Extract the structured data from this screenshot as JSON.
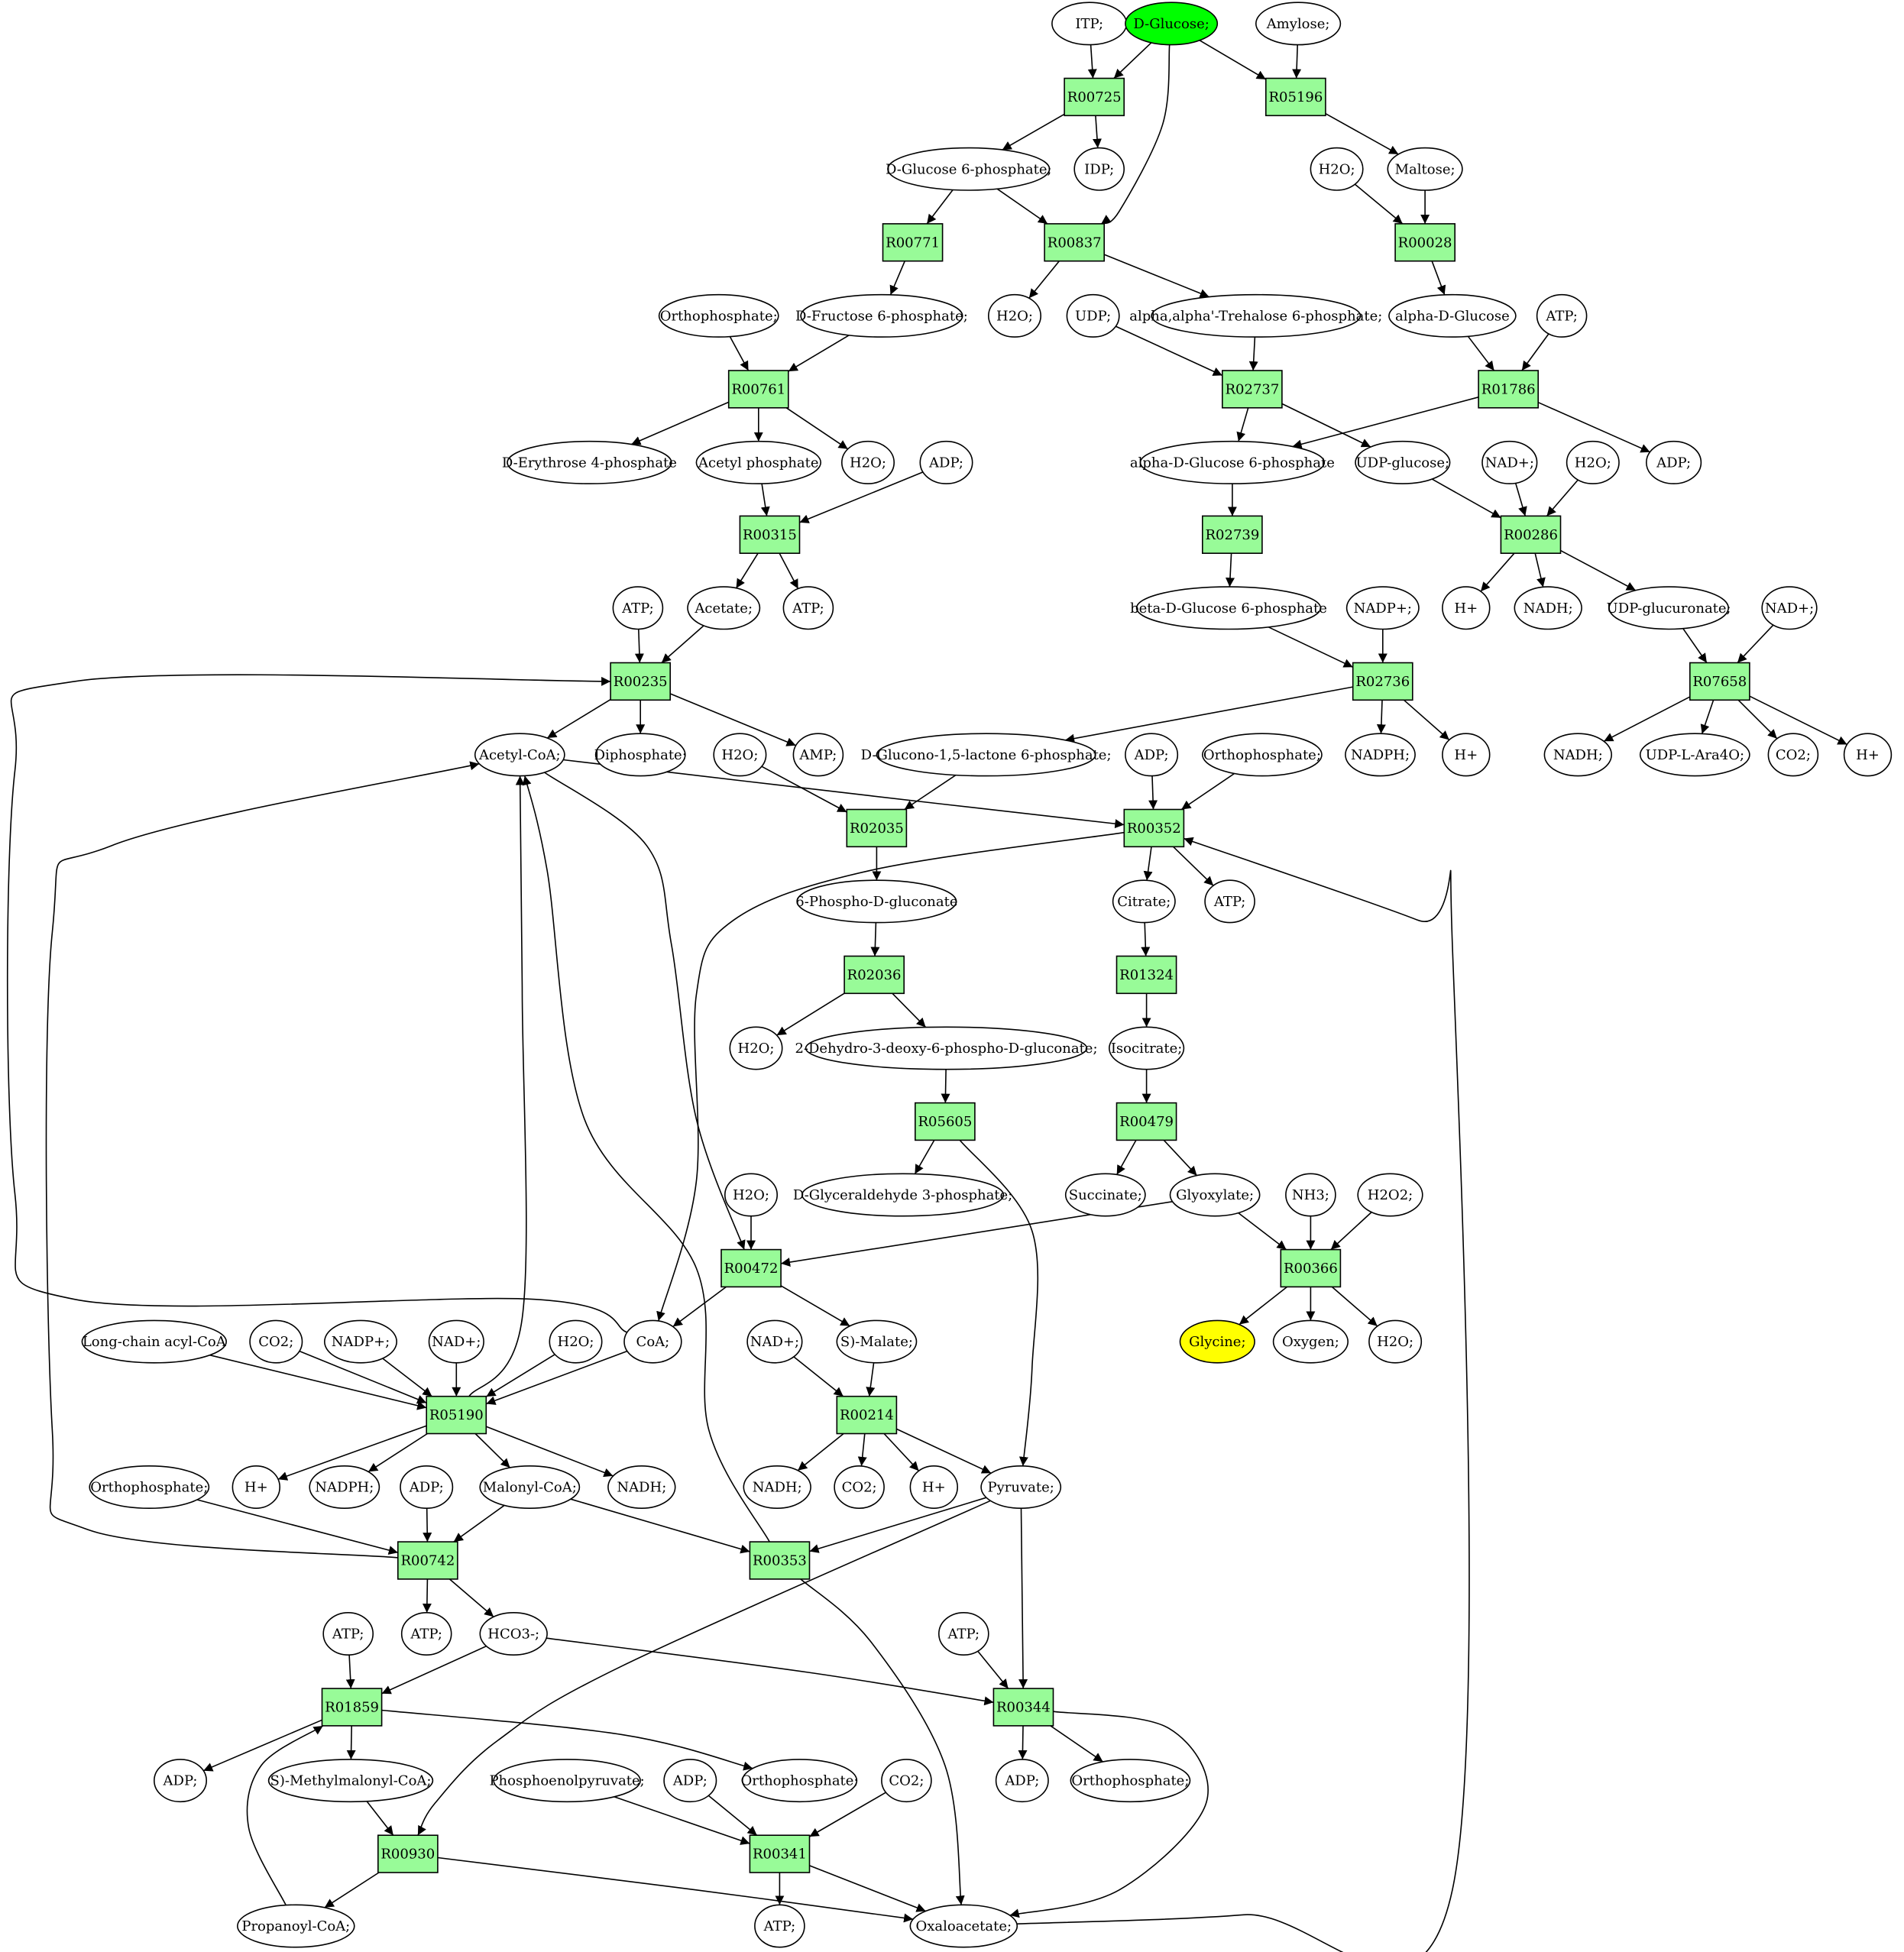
{
  "colors": {
    "background": "#ffffff",
    "reaction_fill": "#98fb98",
    "compound_fill": "#ffffff",
    "source_fill": "#00ff00",
    "target_fill": "#ffff00",
    "stroke": "#000000"
  },
  "nodes": [
    {
      "id": "itp",
      "kind": "compound",
      "label": "ITP;"
    },
    {
      "id": "dglucose",
      "kind": "compound",
      "style": "source",
      "label": "D-Glucose;"
    },
    {
      "id": "amylose",
      "kind": "compound",
      "label": "Amylose;"
    },
    {
      "id": "R00725",
      "kind": "reaction",
      "label": "R00725"
    },
    {
      "id": "R05196",
      "kind": "reaction",
      "label": "R05196"
    },
    {
      "id": "dg6p",
      "kind": "compound",
      "label": "D-Glucose 6-phosphate;"
    },
    {
      "id": "idp",
      "kind": "compound",
      "label": "IDP;"
    },
    {
      "id": "h2o_1",
      "kind": "compound",
      "label": "H2O;"
    },
    {
      "id": "maltose",
      "kind": "compound",
      "label": "Maltose;"
    },
    {
      "id": "R00771",
      "kind": "reaction",
      "label": "R00771"
    },
    {
      "id": "R00837",
      "kind": "reaction",
      "label": "R00837"
    },
    {
      "id": "R00028",
      "kind": "reaction",
      "label": "R00028"
    },
    {
      "id": "ortho_1",
      "kind": "compound",
      "label": "Orthophosphate;"
    },
    {
      "id": "df6p",
      "kind": "compound",
      "label": "D-Fructose 6-phosphate;"
    },
    {
      "id": "h2o_2",
      "kind": "compound",
      "label": "H2O;"
    },
    {
      "id": "udp",
      "kind": "compound",
      "label": "UDP;"
    },
    {
      "id": "trehalose6p",
      "kind": "compound",
      "label": "alpha,alpha'-Trehalose 6-phosphate;"
    },
    {
      "id": "adglucose",
      "kind": "compound",
      "label": "alpha-D-Glucose"
    },
    {
      "id": "atp_1",
      "kind": "compound",
      "label": "ATP;"
    },
    {
      "id": "R00761",
      "kind": "reaction",
      "label": "R00761"
    },
    {
      "id": "R02737",
      "kind": "reaction",
      "label": "R02737"
    },
    {
      "id": "R01786",
      "kind": "reaction",
      "label": "R01786"
    },
    {
      "id": "de4p",
      "kind": "compound",
      "label": "D-Erythrose 4-phosphate"
    },
    {
      "id": "acetylp",
      "kind": "compound",
      "label": "Acetyl phosphate"
    },
    {
      "id": "h2o_3",
      "kind": "compound",
      "label": "H2O;"
    },
    {
      "id": "adp_1",
      "kind": "compound",
      "label": "ADP;"
    },
    {
      "id": "adg6p",
      "kind": "compound",
      "label": "alpha-D-Glucose 6-phosphate"
    },
    {
      "id": "udpglucose",
      "kind": "compound",
      "label": "UDP-glucose;"
    },
    {
      "id": "nadp_1",
      "kind": "compound",
      "label": "NAD+;"
    },
    {
      "id": "h2o_4",
      "kind": "compound",
      "label": "H2O;"
    },
    {
      "id": "adp_2",
      "kind": "compound",
      "label": "ADP;"
    },
    {
      "id": "R00315",
      "kind": "reaction",
      "label": "R00315"
    },
    {
      "id": "R02739",
      "kind": "reaction",
      "label": "R02739"
    },
    {
      "id": "R00286",
      "kind": "reaction",
      "label": "R00286"
    },
    {
      "id": "atp_2",
      "kind": "compound",
      "label": "ATP;"
    },
    {
      "id": "acetate",
      "kind": "compound",
      "label": "Acetate;"
    },
    {
      "id": "atp_3",
      "kind": "compound",
      "label": "ATP;"
    },
    {
      "id": "bdg6p",
      "kind": "compound",
      "label": "beta-D-Glucose 6-phosphate"
    },
    {
      "id": "nadpplus_1",
      "kind": "compound",
      "label": "NADP+;"
    },
    {
      "id": "hplus_1",
      "kind": "compound",
      "label": "H+"
    },
    {
      "id": "nadh_1",
      "kind": "compound",
      "label": "NADH;"
    },
    {
      "id": "udpgluc",
      "kind": "compound",
      "label": "UDP-glucuronate;"
    },
    {
      "id": "nadplus_2",
      "kind": "compound",
      "label": "NAD+;"
    },
    {
      "id": "R00235",
      "kind": "reaction",
      "label": "R00235"
    },
    {
      "id": "R02736",
      "kind": "reaction",
      "label": "R02736"
    },
    {
      "id": "R07658",
      "kind": "reaction",
      "label": "R07658"
    },
    {
      "id": "acetylcoa",
      "kind": "compound",
      "label": "Acetyl-CoA;"
    },
    {
      "id": "diphosphate",
      "kind": "compound",
      "label": "Diphosphate;"
    },
    {
      "id": "h2o_5",
      "kind": "compound",
      "label": "H2O;"
    },
    {
      "id": "amp",
      "kind": "compound",
      "label": "AMP;"
    },
    {
      "id": "dgl15l6p",
      "kind": "compound",
      "label": "D-Glucono-1,5-lactone 6-phosphate;"
    },
    {
      "id": "adp_3",
      "kind": "compound",
      "label": "ADP;"
    },
    {
      "id": "ortho_2",
      "kind": "compound",
      "label": "Orthophosphate;"
    },
    {
      "id": "nadph_1",
      "kind": "compound",
      "label": "NADPH;"
    },
    {
      "id": "hplus_2",
      "kind": "compound",
      "label": "H+"
    },
    {
      "id": "nadh_2",
      "kind": "compound",
      "label": "NADH;"
    },
    {
      "id": "udpara",
      "kind": "compound",
      "label": "UDP-L-Ara4O;"
    },
    {
      "id": "co2_1",
      "kind": "compound",
      "label": "CO2;"
    },
    {
      "id": "hplus_3",
      "kind": "compound",
      "label": "H+"
    },
    {
      "id": "R02035",
      "kind": "reaction",
      "label": "R02035"
    },
    {
      "id": "R00352",
      "kind": "reaction",
      "label": "R00352"
    },
    {
      "id": "pgluconate",
      "kind": "compound",
      "label": "6-Phospho-D-gluconate"
    },
    {
      "id": "citrate",
      "kind": "compound",
      "label": "Citrate;"
    },
    {
      "id": "atp_4",
      "kind": "compound",
      "label": "ATP;"
    },
    {
      "id": "R02036",
      "kind": "reaction",
      "label": "R02036"
    },
    {
      "id": "R01324",
      "kind": "reaction",
      "label": "R01324"
    },
    {
      "id": "h2o_6",
      "kind": "compound",
      "label": "H2O;"
    },
    {
      "id": "kdpg",
      "kind": "compound",
      "label": "2-Dehydro-3-deoxy-6-phospho-D-gluconate;"
    },
    {
      "id": "isocitrate",
      "kind": "compound",
      "label": "Isocitrate;"
    },
    {
      "id": "R05605",
      "kind": "reaction",
      "label": "R05605"
    },
    {
      "id": "R00479",
      "kind": "reaction",
      "label": "R00479"
    },
    {
      "id": "dga3p",
      "kind": "compound",
      "label": "D-Glyceraldehyde 3-phosphate;"
    },
    {
      "id": "h2o_7",
      "kind": "compound",
      "label": "H2O;"
    },
    {
      "id": "succinate",
      "kind": "compound",
      "label": "Succinate;"
    },
    {
      "id": "glyoxylate",
      "kind": "compound",
      "label": "Glyoxylate;"
    },
    {
      "id": "nh3",
      "kind": "compound",
      "label": "NH3;"
    },
    {
      "id": "h2o2",
      "kind": "compound",
      "label": "H2O2;"
    },
    {
      "id": "R00472",
      "kind": "reaction",
      "label": "R00472"
    },
    {
      "id": "R00366",
      "kind": "reaction",
      "label": "R00366"
    },
    {
      "id": "lcacoa",
      "kind": "compound",
      "label": "Long-chain acyl-CoA"
    },
    {
      "id": "co2_2",
      "kind": "compound",
      "label": "CO2;"
    },
    {
      "id": "nadpplus_2",
      "kind": "compound",
      "label": "NADP+;"
    },
    {
      "id": "nadplus_3",
      "kind": "compound",
      "label": "NAD+;"
    },
    {
      "id": "h2o_8",
      "kind": "compound",
      "label": "H2O;"
    },
    {
      "id": "coa",
      "kind": "compound",
      "label": "CoA;"
    },
    {
      "id": "nadplus_4",
      "kind": "compound",
      "label": "NAD+;"
    },
    {
      "id": "smalate",
      "kind": "compound",
      "label": "S)-Malate;"
    },
    {
      "id": "glycine",
      "kind": "compound",
      "style": "target",
      "label": "Glycine;"
    },
    {
      "id": "oxygen",
      "kind": "compound",
      "label": "Oxygen;"
    },
    {
      "id": "h2o_9",
      "kind": "compound",
      "label": "H2O;"
    },
    {
      "id": "R05190",
      "kind": "reaction",
      "label": "R05190"
    },
    {
      "id": "R00214",
      "kind": "reaction",
      "label": "R00214"
    },
    {
      "id": "ortho_3",
      "kind": "compound",
      "label": "Orthophosphate;"
    },
    {
      "id": "hplus_4",
      "kind": "compound",
      "label": "H+"
    },
    {
      "id": "nadph_2",
      "kind": "compound",
      "label": "NADPH;"
    },
    {
      "id": "adp_4",
      "kind": "compound",
      "label": "ADP;"
    },
    {
      "id": "malonylcoa",
      "kind": "compound",
      "label": "Malonyl-CoA;"
    },
    {
      "id": "nadh_3",
      "kind": "compound",
      "label": "NADH;"
    },
    {
      "id": "nadh_4",
      "kind": "compound",
      "label": "NADH;"
    },
    {
      "id": "co2_3",
      "kind": "compound",
      "label": "CO2;"
    },
    {
      "id": "hplus_5",
      "kind": "compound",
      "label": "H+"
    },
    {
      "id": "pyruvate",
      "kind": "compound",
      "label": "Pyruvate;"
    },
    {
      "id": "R00742",
      "kind": "reaction",
      "label": "R00742"
    },
    {
      "id": "R00353",
      "kind": "reaction",
      "label": "R00353"
    },
    {
      "id": "atp_5",
      "kind": "compound",
      "label": "ATP;"
    },
    {
      "id": "atp_6",
      "kind": "compound",
      "label": "ATP;"
    },
    {
      "id": "hco3",
      "kind": "compound",
      "label": "HCO3-;"
    },
    {
      "id": "atp_7",
      "kind": "compound",
      "label": "ATP;"
    },
    {
      "id": "R01859",
      "kind": "reaction",
      "label": "R01859"
    },
    {
      "id": "R00344",
      "kind": "reaction",
      "label": "R00344"
    },
    {
      "id": "adp_5",
      "kind": "compound",
      "label": "ADP;"
    },
    {
      "id": "smmcoa",
      "kind": "compound",
      "label": "S)-Methylmalonyl-CoA;"
    },
    {
      "id": "ortho_4",
      "kind": "compound",
      "label": "Orthophosphate;"
    },
    {
      "id": "pep",
      "kind": "compound",
      "label": "Phosphoenolpyruvate;"
    },
    {
      "id": "adp_6",
      "kind": "compound",
      "label": "ADP;"
    },
    {
      "id": "co2_4",
      "kind": "compound",
      "label": "CO2;"
    },
    {
      "id": "adp_7",
      "kind": "compound",
      "label": "ADP;"
    },
    {
      "id": "ortho_5",
      "kind": "compound",
      "label": "Orthophosphate;"
    },
    {
      "id": "R00930",
      "kind": "reaction",
      "label": "R00930"
    },
    {
      "id": "R00341",
      "kind": "reaction",
      "label": "R00341"
    },
    {
      "id": "propcoa",
      "kind": "compound",
      "label": "Propanoyl-CoA;"
    },
    {
      "id": "atp_8",
      "kind": "compound",
      "label": "ATP;"
    },
    {
      "id": "oxaloacetate",
      "kind": "compound",
      "label": "Oxaloacetate;"
    }
  ],
  "edges": [
    [
      "itp",
      "R00725"
    ],
    [
      "dglucose",
      "R00725"
    ],
    [
      "dglucose",
      "R05196"
    ],
    [
      "amylose",
      "R05196"
    ],
    [
      "dglucose",
      "R00837"
    ],
    [
      "R00725",
      "dg6p"
    ],
    [
      "R00725",
      "idp"
    ],
    [
      "R05196",
      "maltose"
    ],
    [
      "dg6p",
      "R00771"
    ],
    [
      "dg6p",
      "R00837"
    ],
    [
      "h2o_1",
      "R00028"
    ],
    [
      "maltose",
      "R00028"
    ],
    [
      "R00771",
      "df6p"
    ],
    [
      "R00837",
      "h2o_2"
    ],
    [
      "R00837",
      "trehalose6p"
    ],
    [
      "R00028",
      "adglucose"
    ],
    [
      "ortho_1",
      "R00761"
    ],
    [
      "df6p",
      "R00761"
    ],
    [
      "udp",
      "R02737"
    ],
    [
      "trehalose6p",
      "R02737"
    ],
    [
      "adglucose",
      "R01786"
    ],
    [
      "atp_1",
      "R01786"
    ],
    [
      "R00761",
      "de4p"
    ],
    [
      "R00761",
      "acetylp"
    ],
    [
      "R00761",
      "h2o_3"
    ],
    [
      "R02737",
      "adg6p"
    ],
    [
      "R02737",
      "udpglucose"
    ],
    [
      "R01786",
      "adg6p"
    ],
    [
      "R01786",
      "adp_2"
    ],
    [
      "acetylp",
      "R00315"
    ],
    [
      "adp_1",
      "R00315"
    ],
    [
      "adg6p",
      "R02739"
    ],
    [
      "udpglucose",
      "R00286"
    ],
    [
      "nadp_1",
      "R00286"
    ],
    [
      "h2o_4",
      "R00286"
    ],
    [
      "R00315",
      "acetate"
    ],
    [
      "R00315",
      "atp_3"
    ],
    [
      "R02739",
      "bdg6p"
    ],
    [
      "R00286",
      "hplus_1"
    ],
    [
      "R00286",
      "nadh_1"
    ],
    [
      "R00286",
      "udpgluc"
    ],
    [
      "atp_2",
      "R00235"
    ],
    [
      "acetate",
      "R00235"
    ],
    [
      "bdg6p",
      "R02736"
    ],
    [
      "nadpplus_1",
      "R02736"
    ],
    [
      "udpgluc",
      "R07658"
    ],
    [
      "nadplus_2",
      "R07658"
    ],
    [
      "R00235",
      "acetylcoa"
    ],
    [
      "R00235",
      "diphosphate"
    ],
    [
      "R00235",
      "amp"
    ],
    [
      "R02736",
      "dgl15l6p"
    ],
    [
      "R02736",
      "nadph_1"
    ],
    [
      "R02736",
      "hplus_2"
    ],
    [
      "R07658",
      "nadh_2"
    ],
    [
      "R07658",
      "udpara"
    ],
    [
      "R07658",
      "co2_1"
    ],
    [
      "R07658",
      "hplus_3"
    ],
    [
      "dgl15l6p",
      "R02035"
    ],
    [
      "h2o_5",
      "R02035"
    ],
    [
      "adp_3",
      "R00352"
    ],
    [
      "ortho_2",
      "R00352"
    ],
    [
      "acetylcoa",
      "R00352"
    ],
    [
      "acetylcoa",
      "R00472"
    ],
    [
      "R02035",
      "pgluconate"
    ],
    [
      "R00352",
      "citrate"
    ],
    [
      "R00352",
      "atp_4"
    ],
    [
      "R00352",
      "coa"
    ],
    [
      "pgluconate",
      "R02036"
    ],
    [
      "citrate",
      "R01324"
    ],
    [
      "R02036",
      "h2o_6"
    ],
    [
      "R02036",
      "kdpg"
    ],
    [
      "R01324",
      "isocitrate"
    ],
    [
      "kdpg",
      "R05605"
    ],
    [
      "isocitrate",
      "R00479"
    ],
    [
      "R05605",
      "dga3p"
    ],
    [
      "R05605",
      "pyruvate"
    ],
    [
      "R00479",
      "succinate"
    ],
    [
      "R00479",
      "glyoxylate"
    ],
    [
      "h2o_7",
      "R00472"
    ],
    [
      "glyoxylate",
      "R00472"
    ],
    [
      "glyoxylate",
      "R00366"
    ],
    [
      "nh3",
      "R00366"
    ],
    [
      "h2o2",
      "R00366"
    ],
    [
      "R00472",
      "coa"
    ],
    [
      "R00472",
      "smalate"
    ],
    [
      "R00366",
      "glycine"
    ],
    [
      "R00366",
      "oxygen"
    ],
    [
      "R00366",
      "h2o_9"
    ],
    [
      "lcacoa",
      "R05190"
    ],
    [
      "co2_2",
      "R05190"
    ],
    [
      "nadpplus_2",
      "R05190"
    ],
    [
      "nadplus_3",
      "R05190"
    ],
    [
      "h2o_8",
      "R05190"
    ],
    [
      "coa",
      "R05190"
    ],
    [
      "coa",
      "R00235"
    ],
    [
      "nadplus_4",
      "R00214"
    ],
    [
      "smalate",
      "R00214"
    ],
    [
      "R05190",
      "acetylcoa"
    ],
    [
      "R05190",
      "hplus_4"
    ],
    [
      "R05190",
      "nadph_2"
    ],
    [
      "R05190",
      "malonylcoa"
    ],
    [
      "R05190",
      "nadh_3"
    ],
    [
      "R00214",
      "nadh_4"
    ],
    [
      "R00214",
      "co2_3"
    ],
    [
      "R00214",
      "hplus_5"
    ],
    [
      "R00214",
      "pyruvate"
    ],
    [
      "ortho_3",
      "R00742"
    ],
    [
      "adp_4",
      "R00742"
    ],
    [
      "malonylcoa",
      "R00742"
    ],
    [
      "malonylcoa",
      "R00353"
    ],
    [
      "pyruvate",
      "R00353"
    ],
    [
      "pyruvate",
      "R00930"
    ],
    [
      "pyruvate",
      "R00344"
    ],
    [
      "R00742",
      "atp_6"
    ],
    [
      "R00742",
      "hco3"
    ],
    [
      "R00742",
      "acetylcoa"
    ],
    [
      "R00353",
      "acetylcoa"
    ],
    [
      "R00353",
      "oxaloacetate"
    ],
    [
      "atp_5",
      "R01859"
    ],
    [
      "hco3",
      "R01859"
    ],
    [
      "hco3",
      "R00344"
    ],
    [
      "atp_7",
      "R00344"
    ],
    [
      "R01859",
      "adp_5"
    ],
    [
      "R01859",
      "smmcoa"
    ],
    [
      "R01859",
      "ortho_4"
    ],
    [
      "R00344",
      "adp_7"
    ],
    [
      "R00344",
      "ortho_5"
    ],
    [
      "R00344",
      "oxaloacetate"
    ],
    [
      "smmcoa",
      "R00930"
    ],
    [
      "pep",
      "R00341"
    ],
    [
      "adp_6",
      "R00341"
    ],
    [
      "co2_4",
      "R00341"
    ],
    [
      "R00930",
      "propcoa"
    ],
    [
      "R00930",
      "oxaloacetate"
    ],
    [
      "propcoa",
      "R01859"
    ],
    [
      "R00341",
      "atp_8"
    ],
    [
      "R00341",
      "oxaloacetate"
    ],
    [
      "oxaloacetate",
      "R00352"
    ]
  ]
}
